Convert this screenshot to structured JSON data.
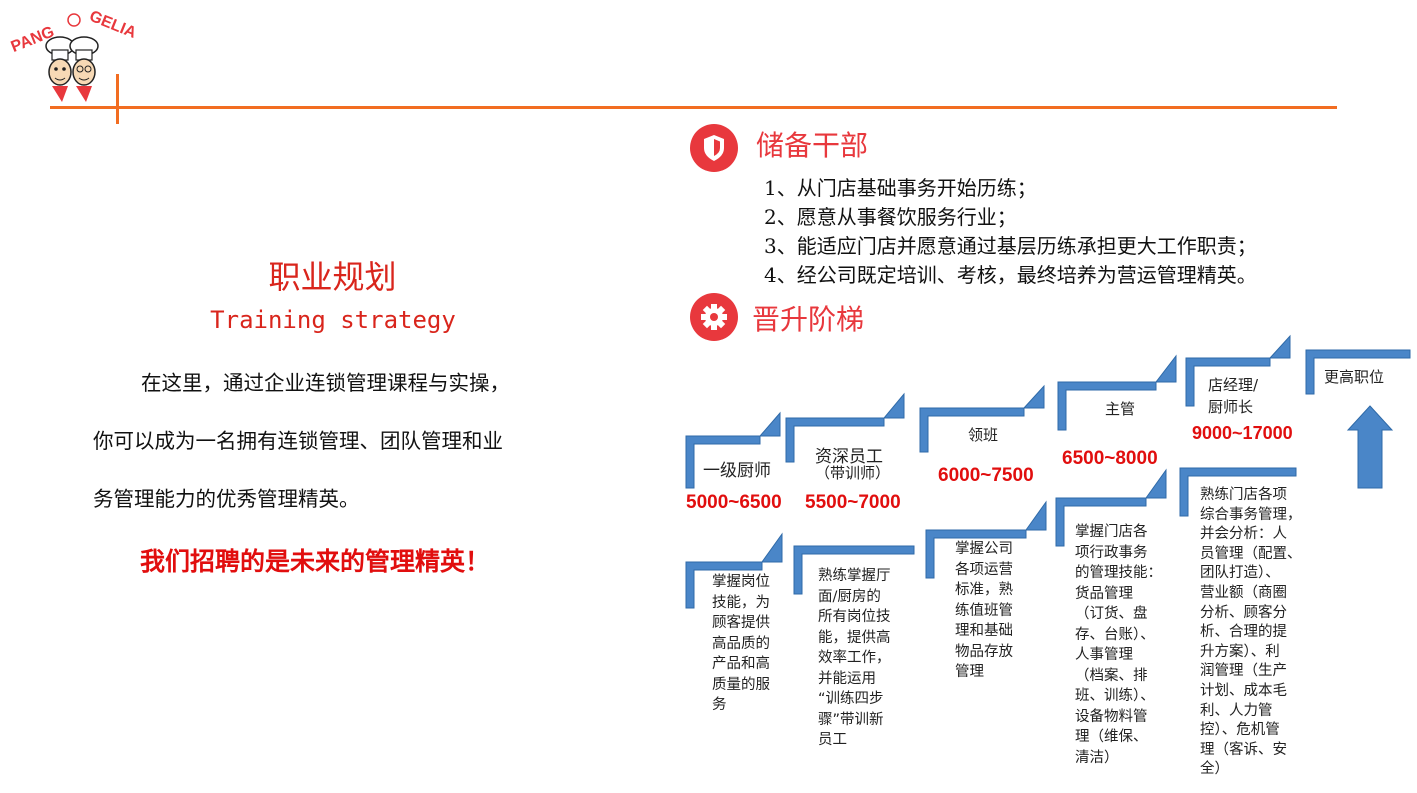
{
  "logo": {
    "brand": "PANGGELIA",
    "brand_left": "PANG",
    "brand_right": "GELIA"
  },
  "left": {
    "title_cn": "职业规划",
    "title_en": "Training strategy",
    "para_lines": [
      "在这里，通过企业连锁管理课程与实操，",
      "你可以成为一名拥有连锁管理、团队管理和业",
      "务管理能力的优秀管理精英。"
    ],
    "slogan": "我们招聘的是未来的管理精英！"
  },
  "reserve": {
    "title": "储备干部",
    "icon": "shield-icon",
    "items": [
      "1、从门店基础事务开始历练；",
      "2、愿意从事餐饮服务行业；",
      "3、能适应门店并愿意通过基层历练承担更大工作职责；",
      "4、经公司既定培训、考核，最终培养为营运管理精英。"
    ]
  },
  "ladder": {
    "title": "晋升阶梯",
    "icon": "gear-icon",
    "accent": "#4a86c8",
    "steps": [
      {
        "name": "一级厨师",
        "salary": "5000~6500",
        "desc": [
          "掌握岗位",
          "技能，为",
          "顾客提供",
          "高品质的",
          "产品和高",
          "质量的服",
          "务"
        ]
      },
      {
        "name": "资深员工",
        "sub": "（带训师）",
        "salary": "5500~7000",
        "desc": [
          "熟练掌握厅",
          "面/厨房的",
          "所有岗位技",
          "能，提供高",
          "效率工作，",
          "并能运用",
          "“训练四步",
          "骤”带训新",
          "员工"
        ]
      },
      {
        "name": "领班",
        "salary": "6000~7500",
        "desc": [
          "掌握公司",
          "各项运营",
          "标准，熟",
          "练值班管",
          "理和基础",
          "物品存放",
          "管理"
        ]
      },
      {
        "name": "主管",
        "salary": "6500~8000",
        "desc": [
          "掌握门店各",
          "项行政事务",
          "的管理技能：",
          "货品管理",
          "（订货、盘",
          "存、台账）、",
          "人事管理",
          "（档案、排",
          "班、训练）、",
          "设备物料管",
          "理（维保、",
          "清洁）"
        ]
      },
      {
        "name": "店经理/",
        "name2": "厨师长",
        "salary": "9000~17000",
        "desc": [
          "熟练门店各项",
          "综合事务管理，",
          "并会分析：人",
          "员管理（配置、",
          "团队打造）、",
          "营业额（商圈",
          "分析、顾客分",
          "析、合理的提",
          "升方案）、利",
          "润管理（生产",
          "计划、成本毛",
          "利、人力管",
          "控）、危机管",
          "理（客诉、安",
          "全）"
        ]
      },
      {
        "name": "更高职位"
      }
    ]
  }
}
